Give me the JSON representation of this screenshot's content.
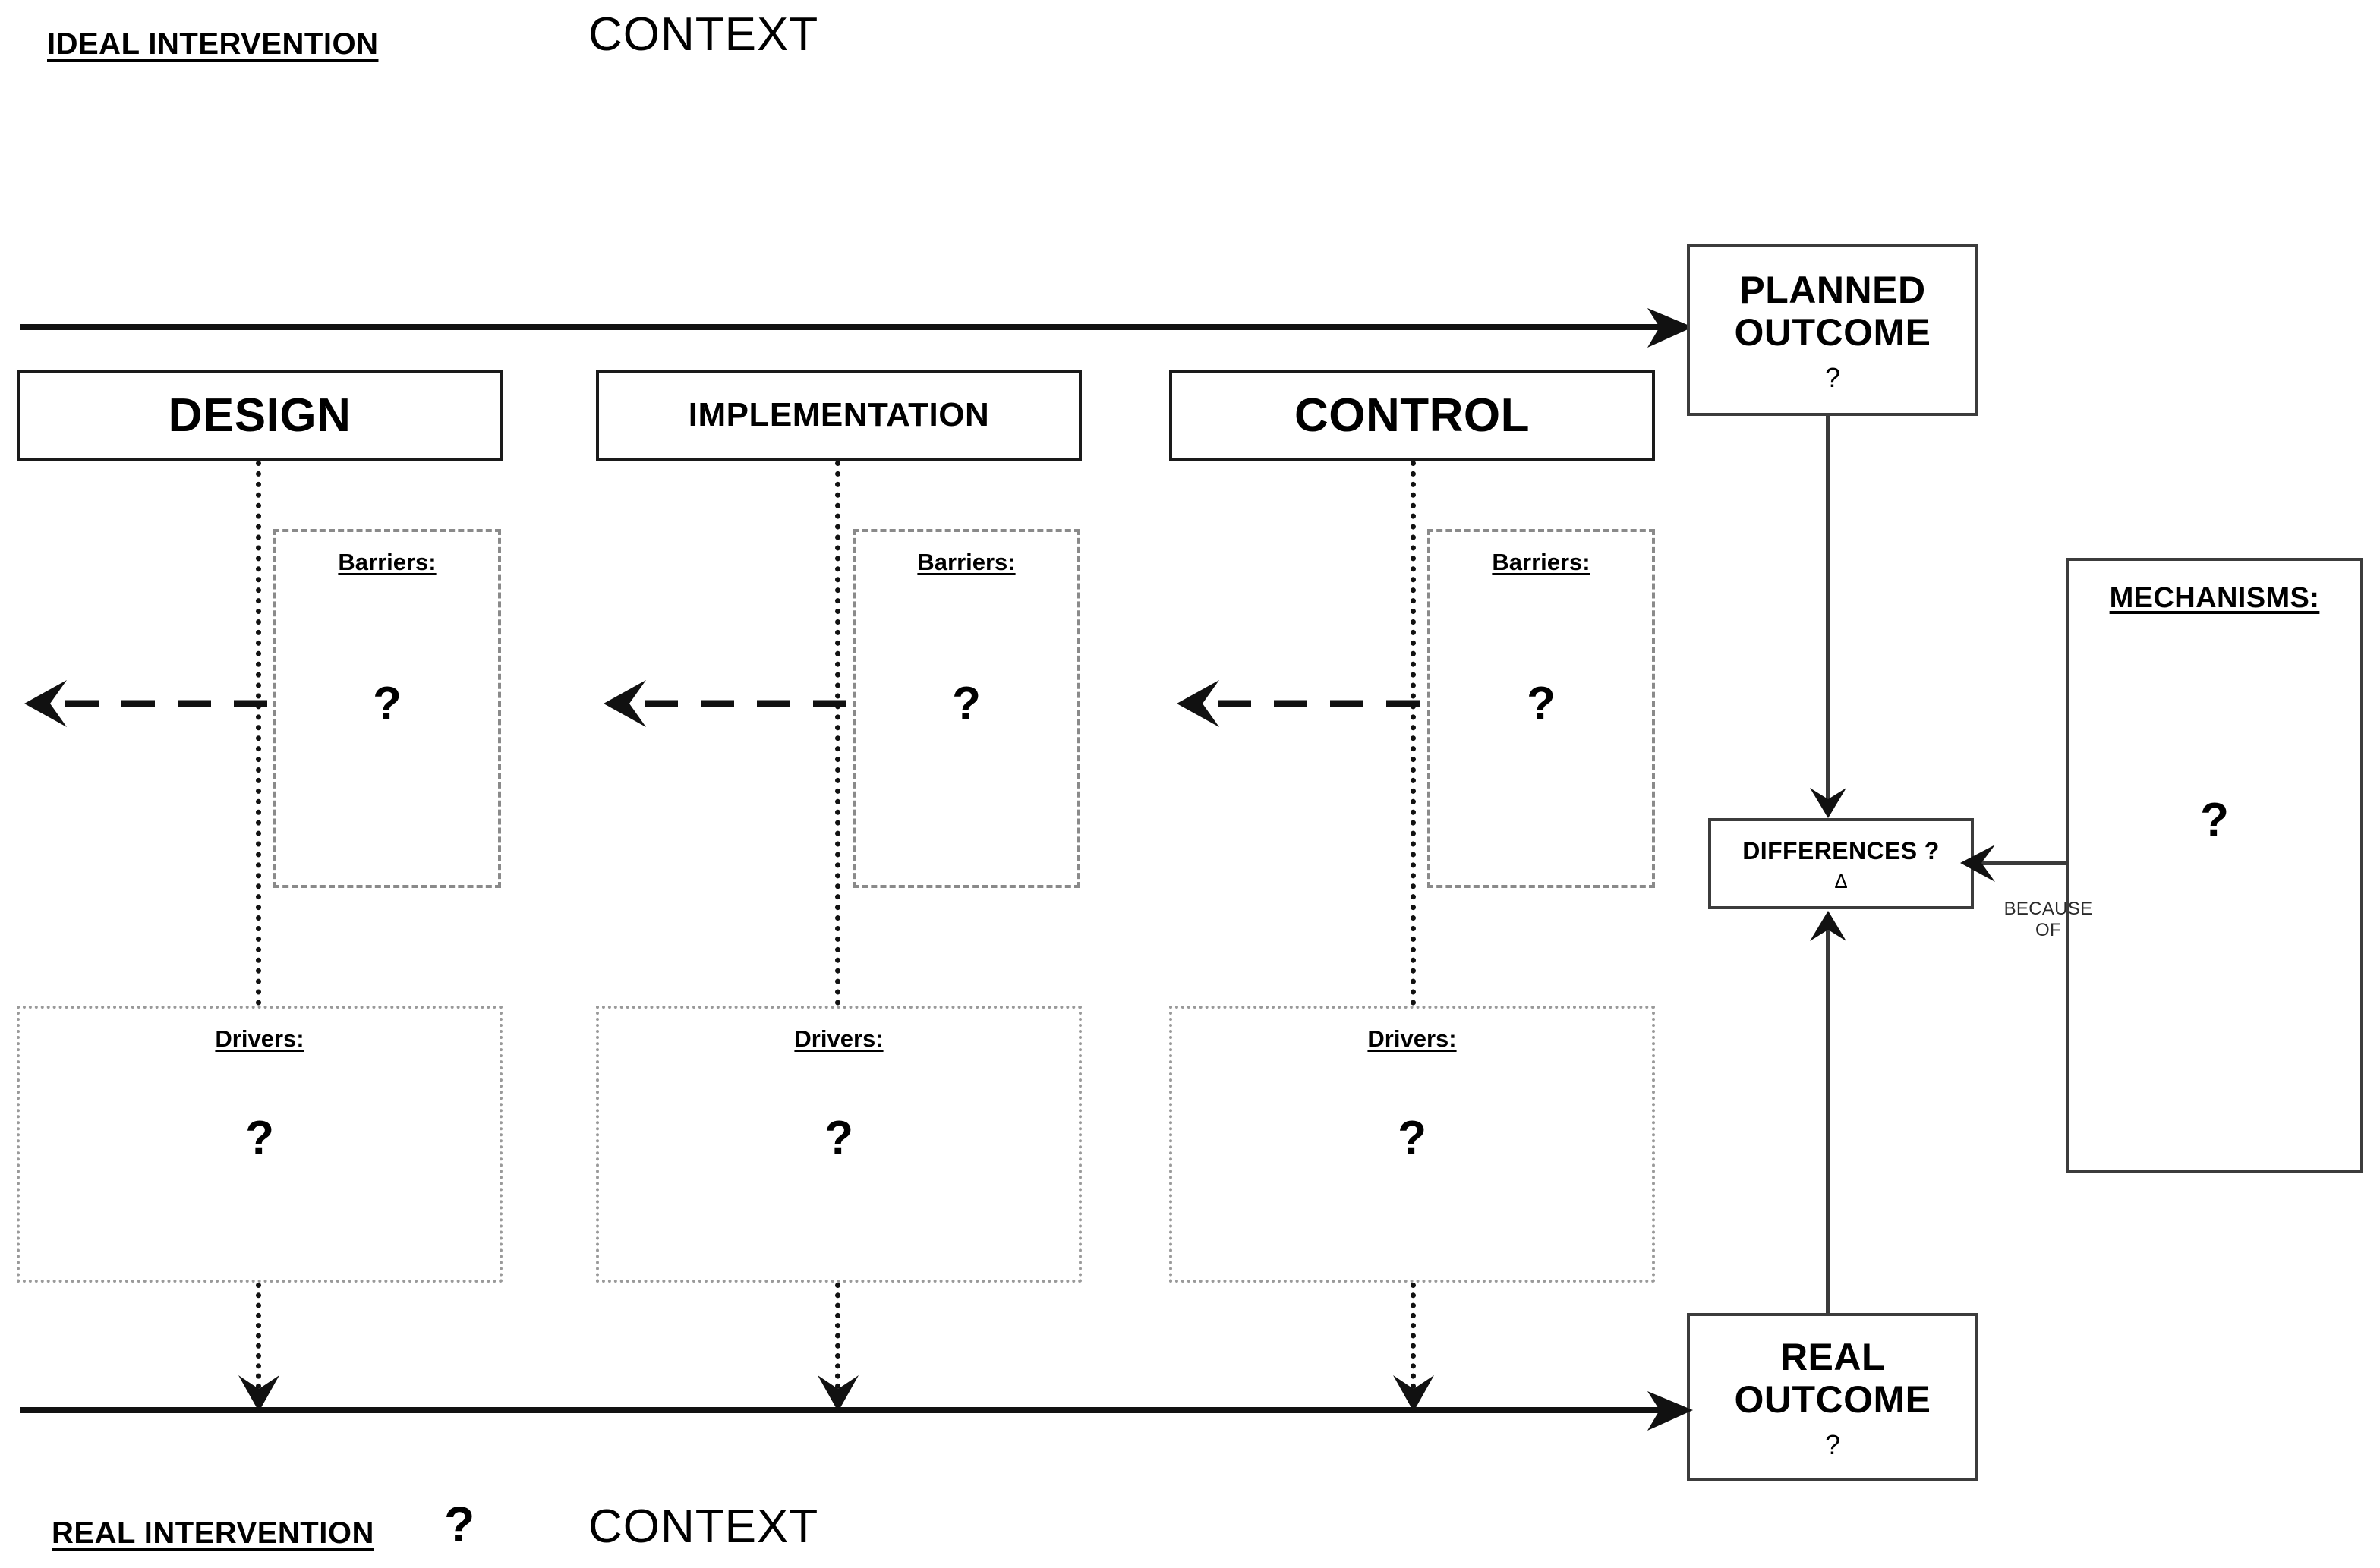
{
  "diagram": {
    "top_left_label": "IDEAL INTERVENTION",
    "top_context_label": "CONTEXT",
    "bottom_left_label": "REAL INTERVENTION",
    "bottom_context_label": "CONTEXT",
    "bottom_free_question": "?"
  },
  "columns": [
    {
      "header": "DESIGN",
      "barriers_title": "Barriers:",
      "barriers_value": "?",
      "drivers_title": "Drivers:",
      "drivers_value": "?"
    },
    {
      "header": "IMPLEMENTATION",
      "barriers_title": "Barriers:",
      "barriers_value": "?",
      "drivers_title": "Drivers:",
      "drivers_value": "?"
    },
    {
      "header": "CONTROL",
      "barriers_title": "Barriers:",
      "barriers_value": "?",
      "drivers_title": "Drivers:",
      "drivers_value": "?"
    }
  ],
  "outcomes": {
    "planned": {
      "line1": "PLANNED",
      "line2": "OUTCOME",
      "value": "?"
    },
    "real": {
      "line1": "REAL",
      "line2": "OUTCOME",
      "value": "?"
    }
  },
  "differences": {
    "title": "DIFFERENCES ?",
    "symbol": "Δ"
  },
  "mechanisms": {
    "title": "MECHANISMS:",
    "value": "?",
    "edge_label_line1": "BECAUSE",
    "edge_label_line2": "OF"
  },
  "colors": {
    "ink": "#111111",
    "box_border": "#3c3c3c",
    "barrier_border": "#8a8a8a",
    "driver_border": "#9a9a9a",
    "background": "#ffffff"
  }
}
